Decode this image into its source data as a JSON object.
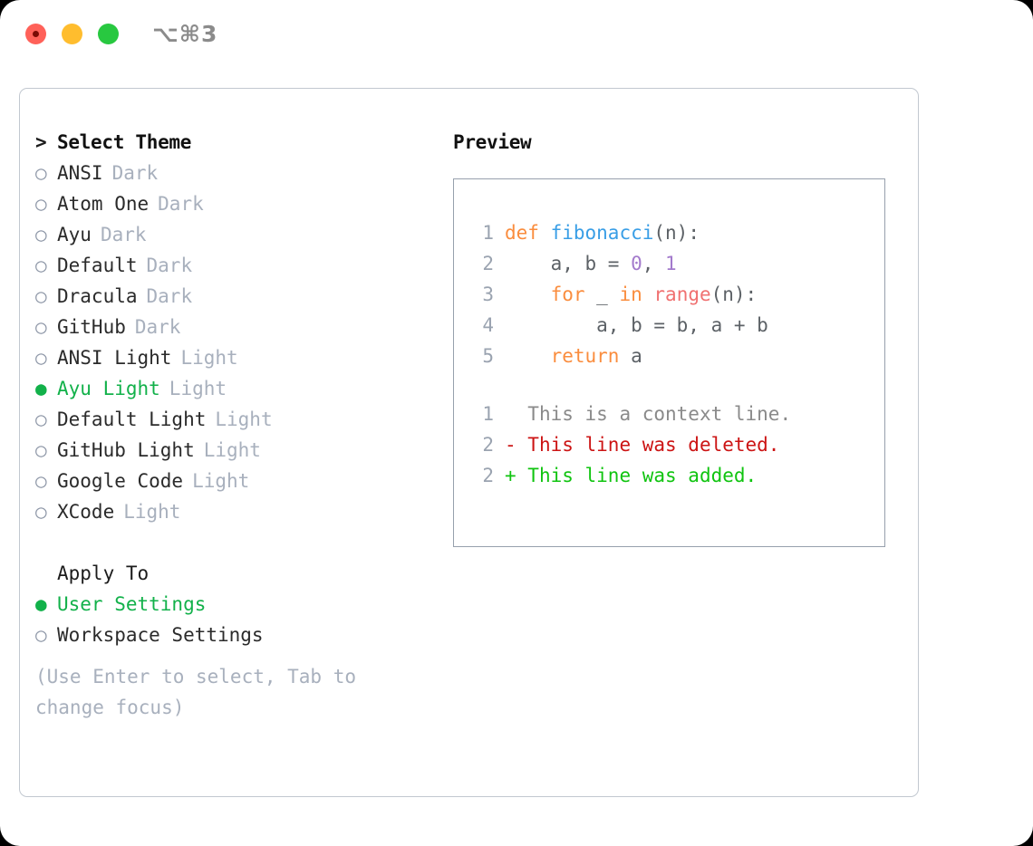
{
  "titlebar": {
    "shortcut": "⌥⌘3",
    "lights": [
      "close",
      "minimize",
      "zoom"
    ]
  },
  "theme_selector": {
    "header": "Select Theme",
    "header_marker": ">",
    "items": [
      {
        "marker": "○",
        "name": "ANSI",
        "variant": "Dark",
        "selected": false
      },
      {
        "marker": "○",
        "name": "Atom One",
        "variant": "Dark",
        "selected": false
      },
      {
        "marker": "○",
        "name": "Ayu",
        "variant": "Dark",
        "selected": false
      },
      {
        "marker": "○",
        "name": "Default",
        "variant": "Dark",
        "selected": false
      },
      {
        "marker": "○",
        "name": "Dracula",
        "variant": "Dark",
        "selected": false
      },
      {
        "marker": "○",
        "name": "GitHub",
        "variant": "Dark",
        "selected": false
      },
      {
        "marker": "○",
        "name": "ANSI Light",
        "variant": "Light",
        "selected": false
      },
      {
        "marker": "●",
        "name": "Ayu Light",
        "variant": "Light",
        "selected": true
      },
      {
        "marker": "○",
        "name": "Default Light",
        "variant": "Light",
        "selected": false
      },
      {
        "marker": "○",
        "name": "GitHub Light",
        "variant": "Light",
        "selected": false
      },
      {
        "marker": "○",
        "name": "Google Code",
        "variant": "Light",
        "selected": false
      },
      {
        "marker": "○",
        "name": "XCode",
        "variant": "Light",
        "selected": false
      }
    ]
  },
  "apply_to": {
    "header": "Apply To",
    "items": [
      {
        "marker": "●",
        "name": "User Settings",
        "selected": true
      },
      {
        "marker": "○",
        "name": "Workspace Settings",
        "selected": false
      }
    ]
  },
  "hint": "(Use Enter to select, Tab to change focus)",
  "preview": {
    "title": "Preview",
    "code_lines": [
      {
        "num": "1",
        "tokens": [
          {
            "t": "def",
            "c": "kw"
          },
          {
            "t": " ",
            "c": "pl"
          },
          {
            "t": "fibonacci",
            "c": "fn"
          },
          {
            "t": "(n):",
            "c": "pl"
          }
        ]
      },
      {
        "num": "2",
        "tokens": [
          {
            "t": "    a, b = ",
            "c": "pl"
          },
          {
            "t": "0",
            "c": "num"
          },
          {
            "t": ", ",
            "c": "pl"
          },
          {
            "t": "1",
            "c": "num"
          }
        ]
      },
      {
        "num": "3",
        "tokens": [
          {
            "t": "    ",
            "c": "pl"
          },
          {
            "t": "for",
            "c": "kw"
          },
          {
            "t": " _ ",
            "c": "pl"
          },
          {
            "t": "in",
            "c": "kw"
          },
          {
            "t": " ",
            "c": "pl"
          },
          {
            "t": "range",
            "c": "bi"
          },
          {
            "t": "(n):",
            "c": "pl"
          }
        ]
      },
      {
        "num": "4",
        "tokens": [
          {
            "t": "        a, b = b, a + b",
            "c": "pl"
          }
        ]
      },
      {
        "num": "5",
        "tokens": [
          {
            "t": "    ",
            "c": "pl"
          },
          {
            "t": "return",
            "c": "kw"
          },
          {
            "t": " a",
            "c": "pl"
          }
        ]
      }
    ],
    "diff_lines": [
      {
        "num": "1",
        "sign": " ",
        "text": " This is a context line.",
        "kind": "ctx"
      },
      {
        "num": "2",
        "sign": "-",
        "text": " This line was deleted.",
        "kind": "del"
      },
      {
        "num": "2",
        "sign": "+",
        "text": " This line was added.",
        "kind": "add"
      }
    ]
  },
  "colors": {
    "accent_green": "#12b14a",
    "diff_added": "#10c410",
    "diff_deleted": "#cc1414",
    "keyword": "#fa8d3e",
    "function": "#399ee6",
    "number": "#a37acc",
    "builtin": "#f07171",
    "muted": "#a8b0bd"
  }
}
